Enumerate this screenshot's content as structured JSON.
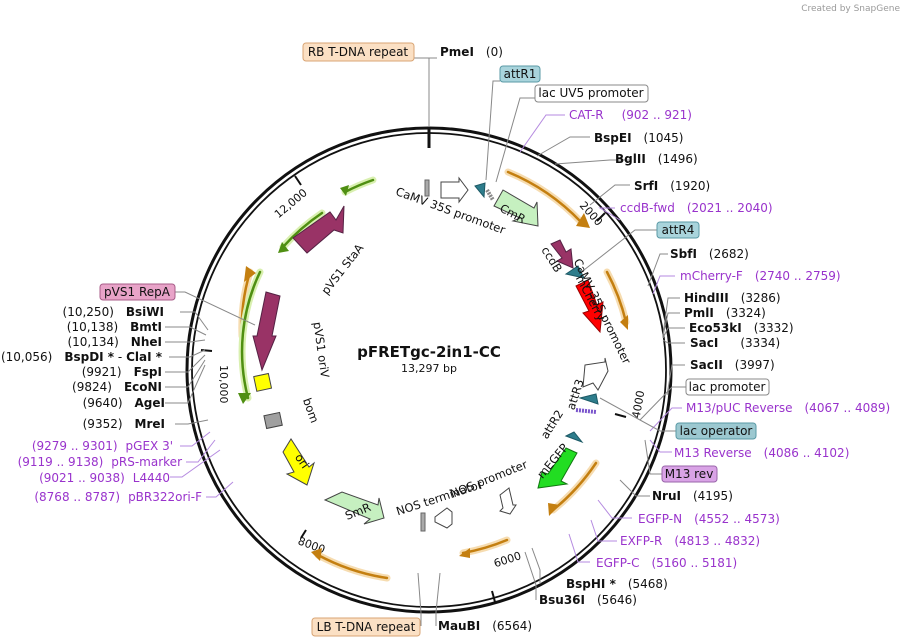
{
  "credit": "Created by SnapGene",
  "plasmid": {
    "name": "pFRETgc-2in1-CC",
    "size": "13,297 bp"
  },
  "ticks": [
    "2000",
    "4000",
    "6000",
    "8000",
    "10,000",
    "12,000"
  ],
  "enzymes": {
    "pmei": {
      "name": "PmeI",
      "pos": "(0)"
    },
    "bspei": {
      "name": "BspEI",
      "pos": "(1045)"
    },
    "bglii": {
      "name": "BglII",
      "pos": "(1496)"
    },
    "srfi": {
      "name": "SrfI",
      "pos": "(1920)"
    },
    "sbfi": {
      "name": "SbfI",
      "pos": "(2682)"
    },
    "hindiii": {
      "name": "HindIII",
      "pos": "(3286)"
    },
    "pmli": {
      "name": "PmlI",
      "pos": "(3324)"
    },
    "eco53ki": {
      "name": "Eco53kI",
      "pos": "(3332)"
    },
    "saci": {
      "name": "SacI",
      "pos": "(3334)"
    },
    "sacii": {
      "name": "SacII",
      "pos": "(3997)"
    },
    "nrui": {
      "name": "NruI",
      "pos": "(4195)"
    },
    "bsphi": {
      "name": "BspHI *",
      "pos": "(5468)"
    },
    "bsu36i": {
      "name": "Bsu36I",
      "pos": "(5646)"
    },
    "maubi": {
      "name": "MauBI",
      "pos": "(6564)"
    },
    "mrei": {
      "name": "MreI",
      "pos": "(9352)"
    },
    "agei": {
      "name": "AgeI",
      "pos": "(9640)"
    },
    "econi": {
      "name": "EcoNI",
      "pos": "(9824)"
    },
    "fspi": {
      "name": "FspI",
      "pos": "(9921)"
    },
    "bspdi": {
      "name": "BspDI *",
      "sep": " - ",
      "name2": "ClaI *",
      "pos": "(10,056)"
    },
    "nhei": {
      "name": "NheI",
      "pos": "(10,134)"
    },
    "bmti": {
      "name": "BmtI",
      "pos": "(10,138)"
    },
    "bsiwi": {
      "name": "BsiWI",
      "pos": "(10,250)"
    }
  },
  "primers": {
    "catr": {
      "name": "CAT-R",
      "pos": "(902 .. 921)"
    },
    "ccdbfwd": {
      "name": "ccdB-fwd",
      "pos": "(2021 .. 2040)"
    },
    "mcherryf": {
      "name": "mCherry-F",
      "pos": "(2740 .. 2759)"
    },
    "m13puc": {
      "name": "M13/pUC Reverse",
      "pos": "(4067 .. 4089)"
    },
    "m13rev": {
      "name": "M13 Reverse",
      "pos": "(4086 .. 4102)"
    },
    "egfpn": {
      "name": "EGFP-N",
      "pos": "(4552 .. 4573)"
    },
    "exfpr": {
      "name": "EXFP-R",
      "pos": "(4813 .. 4832)"
    },
    "egfpc": {
      "name": "EGFP-C",
      "pos": "(5160 .. 5181)"
    },
    "pgex3": {
      "name": "pGEX 3'",
      "pos": "(9279 .. 9301)"
    },
    "prsmarker": {
      "name": "pRS-marker",
      "pos": "(9119 .. 9138)"
    },
    "l4440": {
      "name": "L4440",
      "pos": "(9021 .. 9038)"
    },
    "pbr322": {
      "name": "pBR322ori-F",
      "pos": "(8768 .. 8787)"
    }
  },
  "boxed": {
    "rb": "RB T-DNA repeat",
    "attr1": "attR1",
    "lacuv5": "lac UV5 promoter",
    "attr4": "attR4",
    "lacprom": "lac promoter",
    "lacop": "lac operator",
    "m13revbox": "M13 rev",
    "lb": "LB T-DNA repeat",
    "pvs1repa": "pVS1 RepA"
  },
  "features": {
    "camv1": "CaMV 35S promoter",
    "cmr": "CmR",
    "ccdb": "ccdB",
    "mcherry": "mCherry",
    "camv2": "CaMV 35S promoter",
    "attr3": "attR3",
    "attr2": "attR2",
    "megfp": "mEGFP",
    "nosprom": "NOS promoter",
    "nosterm": "NOS terminator",
    "smr": "SmR",
    "ori": "ori",
    "bom": "bom",
    "pvs1oriv": "pVS1 oriV",
    "pvs1staa": "pVS1 StaA"
  },
  "colors": {
    "primer": "#9933cc",
    "ori": "#ffff00",
    "smr": "#c6f0c0",
    "mcherry": "#ff0000",
    "mgfp": "#22dd22",
    "ccdb": "#993366",
    "attr": "#2e7d8c",
    "orange_arrow": "#d28a17",
    "green_arrow": "#5ea31b",
    "lacop_box": "#9cc8d0",
    "m13rev_box": "#d9a3e6",
    "rb_box": "#fbe0c4",
    "repa_box": "#e8a3c8"
  }
}
